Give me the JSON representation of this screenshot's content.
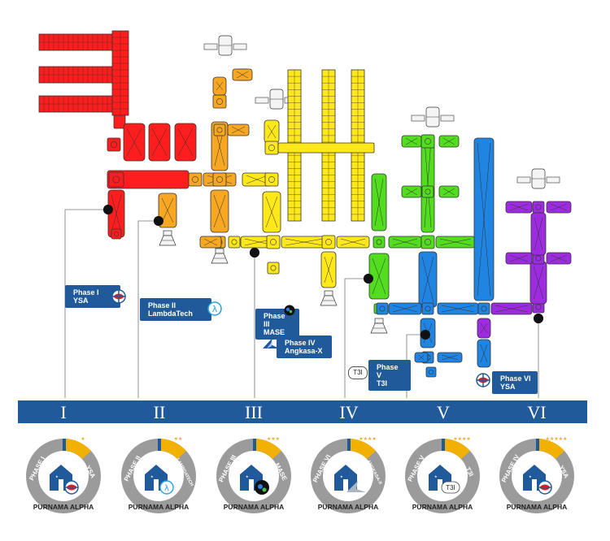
{
  "phases": [
    {
      "numeral": "I",
      "name": "Phase I",
      "partner": "YSA",
      "color": "#ff1d1d"
    },
    {
      "numeral": "II",
      "name": "Phase II",
      "partner": "LambdaTech",
      "color": "#f7a722"
    },
    {
      "numeral": "III",
      "name": "Phase III",
      "partner": "MASE",
      "color": "#ffe81a"
    },
    {
      "numeral": "IV",
      "name": "Phase IV",
      "partner": "Angkasa-X",
      "color": "#52dd1e"
    },
    {
      "numeral": "V",
      "name": "Phase V",
      "partner": "T3I",
      "color": "#1f84e2"
    },
    {
      "numeral": "VI",
      "name": "Phase VI",
      "partner": "YSA",
      "color": "#9d2ce0"
    }
  ],
  "t3i_logo_text": "T3I",
  "lambda_symbol": "λ",
  "patches": [
    {
      "phase_text": "PHASE I",
      "partner_text": "YSA",
      "program": "PURNAMA ALPHA",
      "stars": "★",
      "emblem": "ysa"
    },
    {
      "phase_text": "PHASE II",
      "partner_text": "LAMBDATECH",
      "program": "PURNAMA ALPHA",
      "stars": "★★",
      "emblem": "lambda"
    },
    {
      "phase_text": "PHASE III",
      "partner_text": "MASE",
      "program": "PURNAMA ALPHA",
      "stars": "★★★",
      "emblem": "mase"
    },
    {
      "phase_text": "PHASE VI",
      "partner_text": "ANGKASA-X",
      "program": "PURNAMA ALPHA",
      "stars": "★★★★",
      "emblem": "angkasa"
    },
    {
      "phase_text": "PHASE V",
      "partner_text": "T3I",
      "program": "PURNAMA ALPHA",
      "stars": "★★★★",
      "emblem": "t3i"
    },
    {
      "phase_text": "PHASE IV",
      "partner_text": "YSA",
      "program": "PURNAMA ALPHA",
      "stars": "★★★★★",
      "emblem": "ysa"
    }
  ],
  "colors": {
    "navy": "#215a9a",
    "ring_gray": "#9b9b9b",
    "ring_gold": "#f2b100",
    "white_module": "#f4f4f4"
  }
}
